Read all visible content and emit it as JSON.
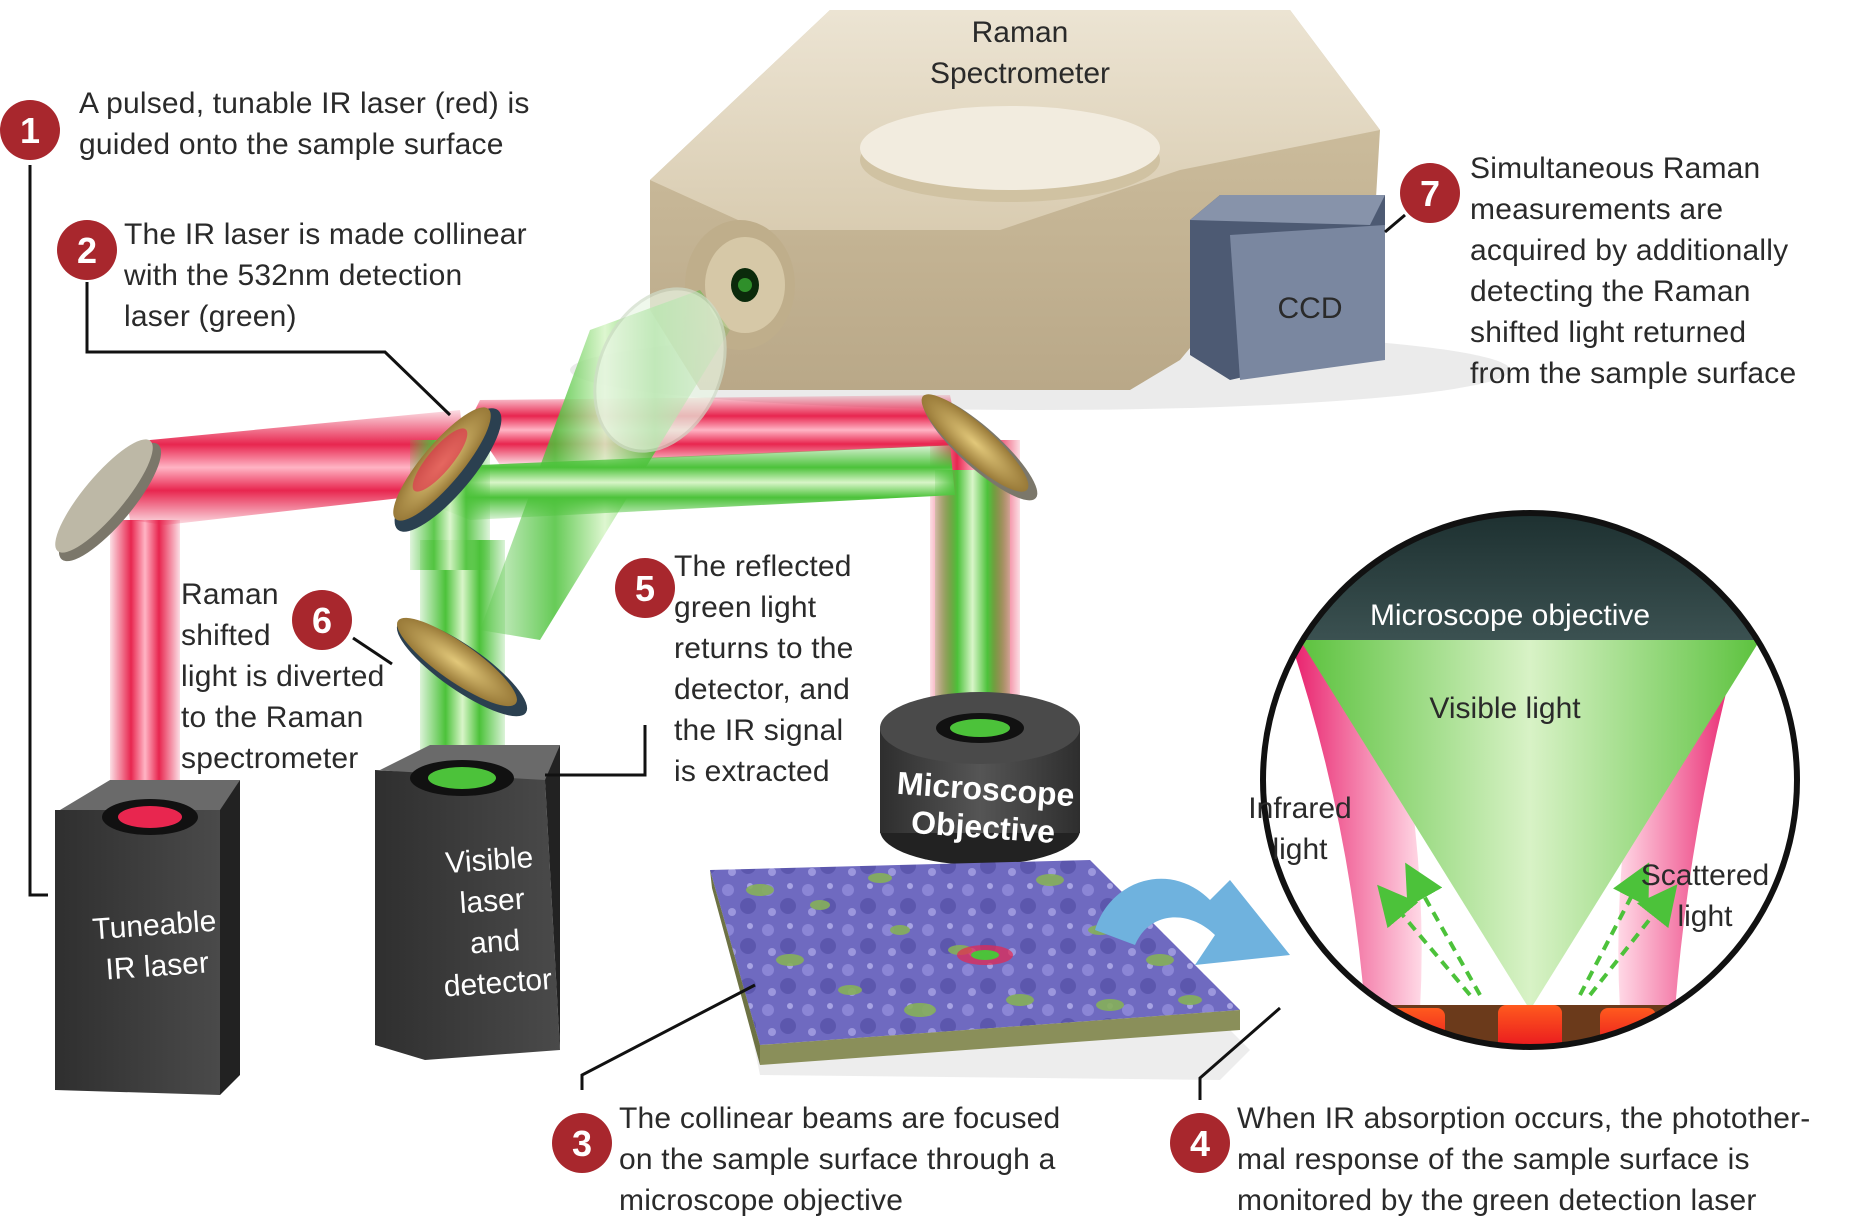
{
  "steps": [
    {
      "num": "1",
      "lines": [
        "A pulsed, tunable IR laser (red) is",
        "guided onto the sample surface"
      ]
    },
    {
      "num": "2",
      "lines": [
        "The IR laser is made collinear",
        "with the 532nm detection",
        "laser (green)"
      ]
    },
    {
      "num": "3",
      "lines": [
        "The collinear beams are focused",
        "on the sample surface through a",
        "microscope objective"
      ]
    },
    {
      "num": "4",
      "lines": [
        "When IR absorption occurs, the photother-",
        "mal response of the sample surface is",
        "monitored by the green detection laser"
      ]
    },
    {
      "num": "5",
      "lines": [
        "The reflected",
        "green light",
        "returns to the",
        "detector, and",
        "the IR signal",
        "is extracted"
      ]
    },
    {
      "num": "6",
      "lines": [
        "Raman",
        "shifted",
        "light is diverted",
        "to the Raman",
        "spectrometer"
      ]
    },
    {
      "num": "7",
      "lines": [
        "Simultaneous Raman",
        "measurements are",
        "acquired by additionally",
        "detecting the Raman",
        "shifted light returned",
        "from the sample surface"
      ]
    }
  ],
  "components": {
    "spectrometer": [
      "Raman",
      "Spectrometer"
    ],
    "ccd": "CCD",
    "ir_laser": [
      "Tuneable",
      "IR laser"
    ],
    "visible_laser": [
      "Visible",
      "laser",
      "and",
      "detector"
    ],
    "objective": [
      "Microscope",
      "Objective"
    ]
  },
  "inset": {
    "header": "Microscope objective",
    "visible_light": "Visible light",
    "infrared": [
      "Infrared",
      "light"
    ],
    "scattered": [
      "Scattered",
      "light"
    ]
  },
  "colors": {
    "step_badge": "#a8272d",
    "ir_beam": "#e8264f",
    "green_beam": "#4cc23a",
    "spectrometer_body": "#d6c9ad",
    "ccd_box": "#6a7892",
    "laser_box": "#3a3a3a",
    "arrow": "#6fb2de"
  }
}
